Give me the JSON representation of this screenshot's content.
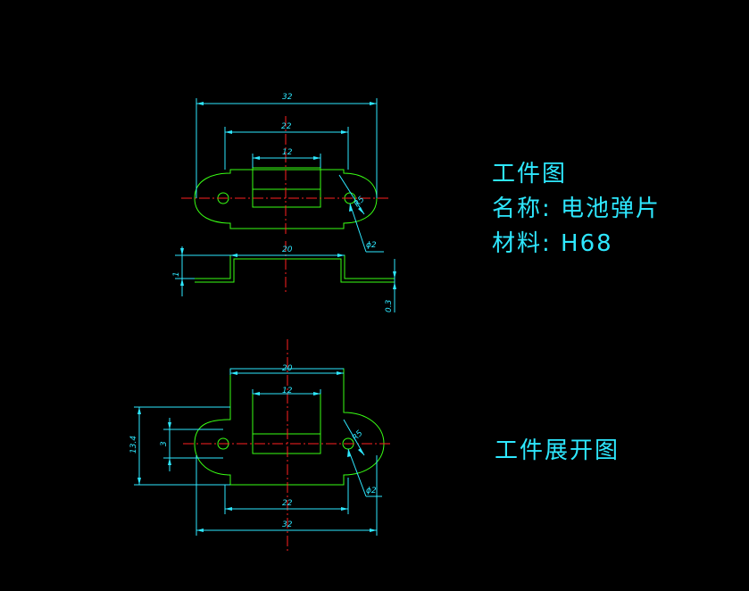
{
  "title_block": {
    "drawing_label": "工件图",
    "name_line": "名称: 电池弹片",
    "material_line": "材料: H68",
    "unfold_label": "工件展开图"
  },
  "dimensions": {
    "top": {
      "overall_width": "32",
      "mid_width": "22",
      "slot_width": "12",
      "radius": "R5",
      "hole_dia": "ϕ2"
    },
    "side": {
      "flat_length": "20",
      "step_height": "1",
      "thickness": "0.3"
    },
    "unfold": {
      "top_width": "20",
      "slot_width": "12",
      "height": "13.4",
      "hole_spacing_v": "3",
      "radius": "R5",
      "hole_dia": "ϕ2",
      "mid_width": "22",
      "overall_width": "32"
    }
  },
  "colors": {
    "background": "#000000",
    "outline": "#39ff14",
    "centerline": "#ff2020",
    "dimension": "#2ee8ff"
  }
}
